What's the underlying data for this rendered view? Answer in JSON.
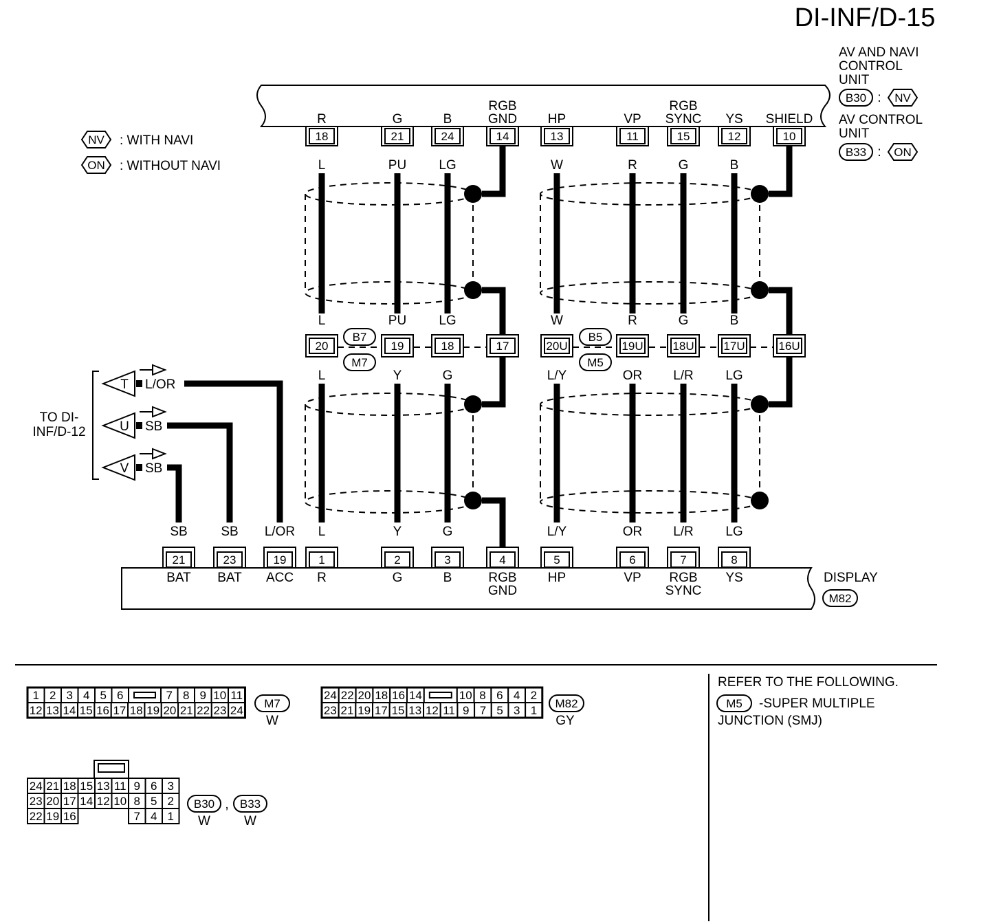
{
  "page_title": "DI-INF/D-15",
  "control_unit": {
    "lines": [
      "AV AND NAVI",
      "CONTROL",
      "UNIT"
    ],
    "conn1": "B30",
    "opt1": "NV",
    "lines2": [
      "AV CONTROL",
      "UNIT"
    ],
    "conn2": "B33",
    "opt2": "ON",
    "colon": ":"
  },
  "legend": [
    {
      "code": "NV",
      "text": ": WITH NAVI"
    },
    {
      "code": "ON",
      "text": ": WITHOUT NAVI"
    }
  ],
  "upper_pins": [
    {
      "signal": [
        "R"
      ],
      "pin": "18",
      "wire_top": "L",
      "junction_pin": "20",
      "wire_mid": "L",
      "wire_low": "L",
      "display_pin": "1",
      "display_signal": [
        "R"
      ]
    },
    {
      "signal": [
        "G"
      ],
      "pin": "21",
      "wire_top": "PU",
      "junction_pin": "19",
      "wire_mid": "PU",
      "wire_low": "Y",
      "display_pin": "2",
      "display_signal": [
        "G"
      ]
    },
    {
      "signal": [
        "B"
      ],
      "pin": "24",
      "wire_top": "LG",
      "junction_pin": "18",
      "wire_mid": "LG",
      "wire_low": "G",
      "display_pin": "3",
      "display_signal": [
        "B"
      ]
    },
    {
      "signal": [
        "RGB",
        "GND"
      ],
      "pin": "14",
      "wire_top": "",
      "junction_pin": "17",
      "wire_mid": "",
      "wire_low": "",
      "display_pin": "4",
      "display_signal": [
        "RGB",
        "GND"
      ]
    },
    {
      "signal": [
        "HP"
      ],
      "pin": "13",
      "wire_top": "W",
      "junction_pin": "20U",
      "wire_mid": "W",
      "wire_low": "L/Y",
      "display_pin": "5",
      "display_signal": [
        "HP"
      ]
    },
    {
      "signal": [
        "VP"
      ],
      "pin": "11",
      "wire_top": "R",
      "junction_pin": "19U",
      "wire_mid": "R",
      "wire_low": "OR",
      "display_pin": "6",
      "display_signal": [
        "VP"
      ]
    },
    {
      "signal": [
        "RGB",
        "SYNC"
      ],
      "pin": "15",
      "wire_top": "G",
      "junction_pin": "18U",
      "wire_mid": "G",
      "wire_low": "L/R",
      "display_pin": "7",
      "display_signal": [
        "RGB",
        "SYNC"
      ]
    },
    {
      "signal": [
        "YS"
      ],
      "pin": "12",
      "wire_top": "B",
      "junction_pin": "17U",
      "wire_mid": "B",
      "wire_low": "LG",
      "display_pin": "8",
      "display_signal": [
        "YS"
      ]
    },
    {
      "signal": [
        "SHIELD"
      ],
      "pin": "10",
      "wire_top": "",
      "junction_pin": "16U",
      "wire_mid": "",
      "wire_low": "",
      "display_pin": "",
      "display_signal": []
    }
  ],
  "junctions": {
    "left_top": "B7",
    "left_bottom": "M7",
    "right_top": "B5",
    "right_bottom": "M5"
  },
  "power": {
    "to_label": [
      "TO DI-",
      "INF/D-12"
    ],
    "items": [
      {
        "terminal": "T",
        "wire": "L/OR",
        "display_pin": "19",
        "display_signal": "ACC"
      },
      {
        "terminal": "U",
        "wire": "SB",
        "display_pin": "23",
        "display_signal": "BAT"
      },
      {
        "terminal": "V",
        "wire": "SB",
        "display_pin": "21",
        "display_signal": "BAT"
      }
    ]
  },
  "display": {
    "name": "DISPLAY",
    "connector": "M82"
  },
  "connectors": {
    "m7": {
      "label": "M7",
      "color": "W",
      "row1": [
        "1",
        "2",
        "3",
        "4",
        "5",
        "6",
        "",
        "7",
        "8",
        "9",
        "10",
        "11"
      ],
      "row2": [
        "12",
        "13",
        "14",
        "15",
        "16",
        "17",
        "18",
        "19",
        "20",
        "21",
        "22",
        "23",
        "24"
      ]
    },
    "m82": {
      "label": "M82",
      "color": "GY",
      "row1": [
        "24",
        "22",
        "20",
        "18",
        "16",
        "14",
        "",
        "10",
        "8",
        "6",
        "4",
        "2"
      ],
      "row2": [
        "23",
        "21",
        "19",
        "17",
        "15",
        "13",
        "12",
        "11",
        "9",
        "7",
        "5",
        "3",
        "1"
      ]
    },
    "b30": {
      "label1": "B30",
      "label2": "B33",
      "sep": ",",
      "color1": "W",
      "color2": "W",
      "row1": [
        "24",
        "21",
        "18",
        "15",
        "13",
        "11",
        "9",
        "6",
        "3"
      ],
      "row2": [
        "23",
        "20",
        "17",
        "14",
        "12",
        "10",
        "8",
        "5",
        "2"
      ],
      "row3": [
        "22",
        "19",
        "16",
        "7",
        "4",
        "1"
      ]
    }
  },
  "refer": {
    "text": "REFER TO THE FOLLOWING.",
    "code": "M5",
    "desc1": "-SUPER MULTIPLE",
    "desc2": "JUNCTION (SMJ)"
  }
}
